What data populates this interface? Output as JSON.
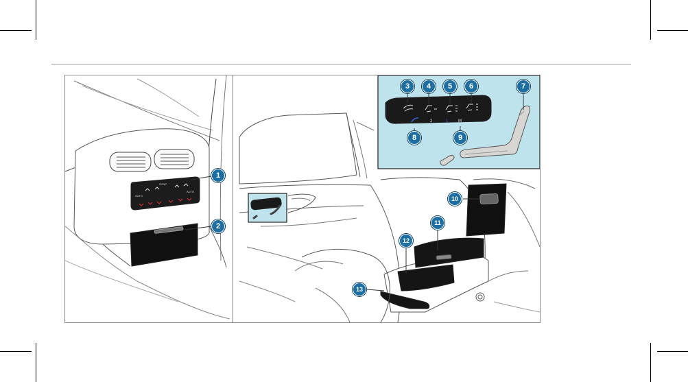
{
  "callouts": [
    {
      "n": "1",
      "desc": "rear climate control panel"
    },
    {
      "n": "2",
      "desc": "rear stowage compartment"
    },
    {
      "n": "3",
      "desc": "massage button"
    },
    {
      "n": "4",
      "desc": "backrest/cushion button"
    },
    {
      "n": "5",
      "desc": "lumbar/side support button"
    },
    {
      "n": "6",
      "desc": "seat comfort button"
    },
    {
      "n": "7",
      "desc": "seat adjustment switch"
    },
    {
      "n": "8",
      "desc": "seat heating / ventilation button"
    },
    {
      "n": "9",
      "desc": "memory button M"
    },
    {
      "n": "10",
      "desc": "wireless charging compartment"
    },
    {
      "n": "11",
      "desc": "armrest stowage lid"
    },
    {
      "n": "12",
      "desc": "stowage compartment in armrest"
    },
    {
      "n": "13",
      "desc": "front armrest stowage"
    }
  ],
  "door_panel_keys": {
    "k2": "2",
    "k1": "1",
    "km": "M"
  },
  "climate_panel_text": {
    "auto_left": "AUTO",
    "sync": "SYNC",
    "auto_right": "AUTO"
  },
  "colors": {
    "callout_fill": "#1d6fa3",
    "inset_bg": "#bfe3ec",
    "line": "#333333"
  }
}
